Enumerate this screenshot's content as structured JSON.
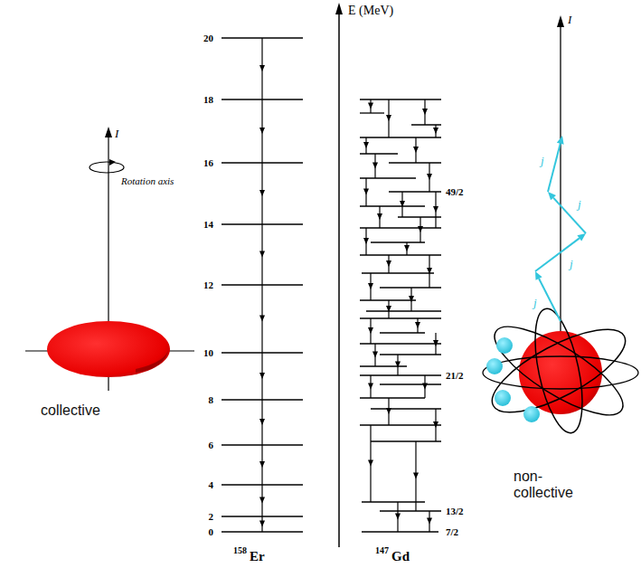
{
  "diagram": {
    "labels": [
      "E (MeV)",
      "20",
      "18",
      "16",
      "14",
      "12",
      "10",
      "8",
      "6",
      "4",
      "2",
      "0",
      "158",
      "Er",
      "147",
      "Gd",
      "49/2",
      "21/2",
      "13/2",
      "7/2",
      "I",
      "Rotation axis",
      "collective",
      "I",
      "j",
      "j",
      "j",
      "j",
      "non- collective"
    ]
  }
}
